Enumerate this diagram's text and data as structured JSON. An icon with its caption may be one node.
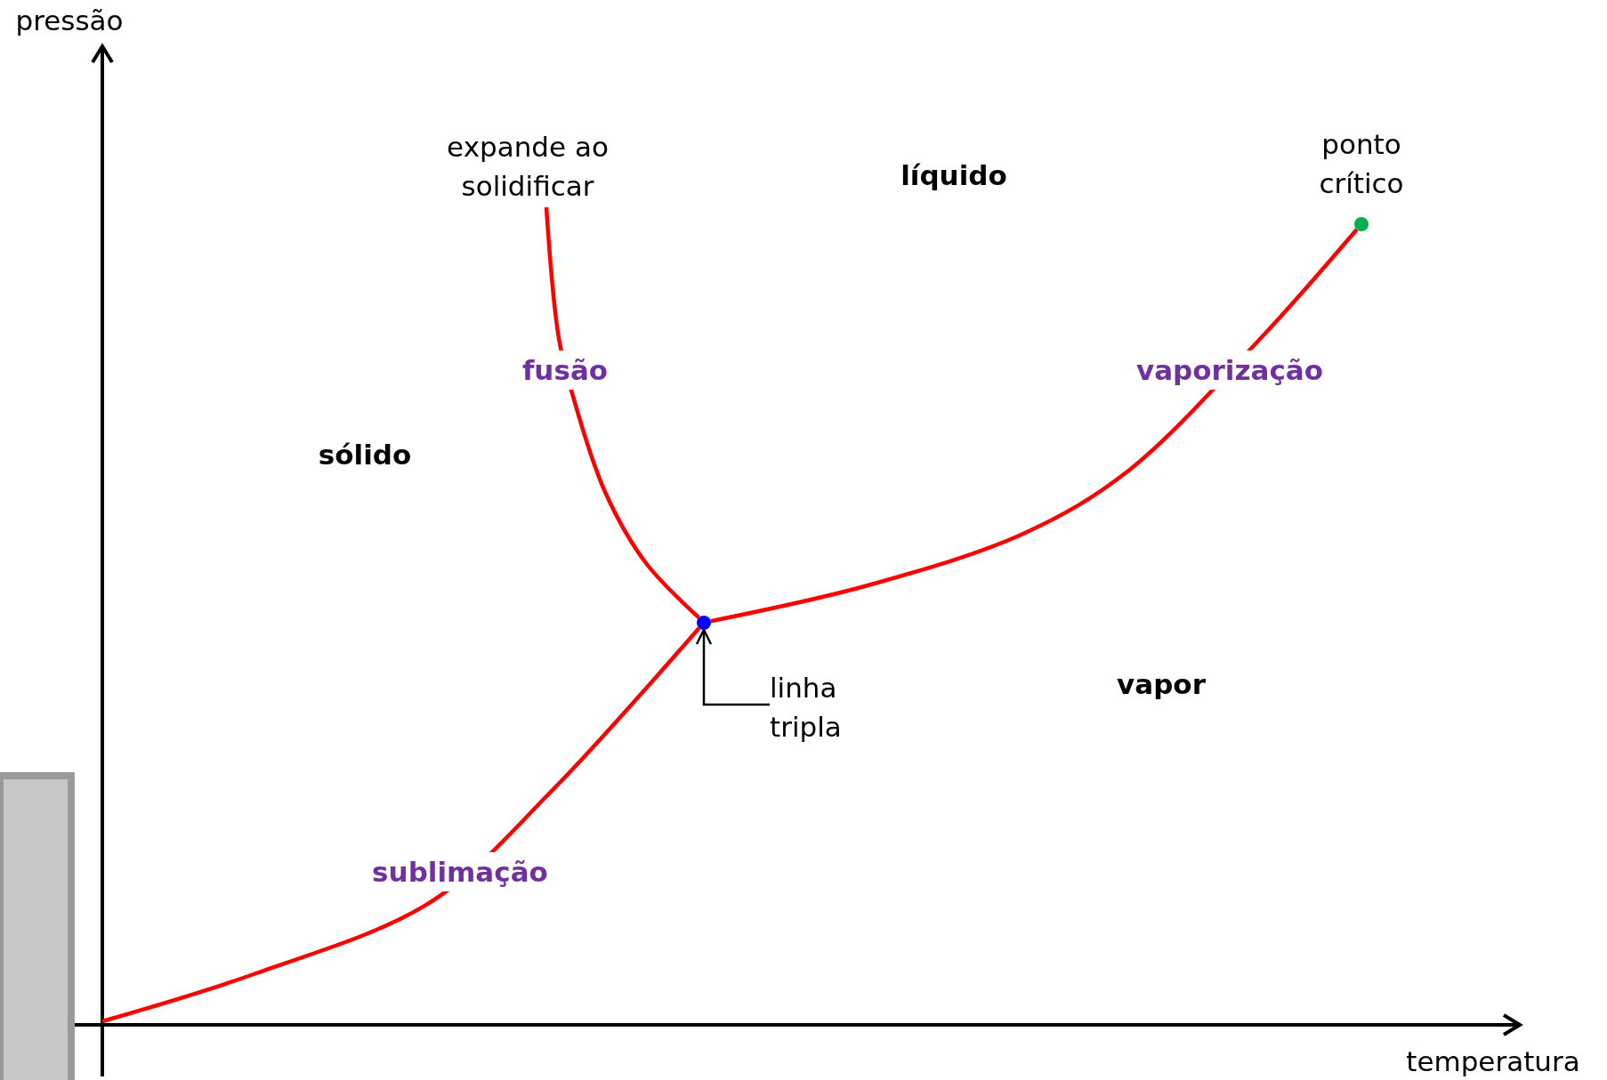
{
  "diagram": {
    "nodes": [
      {
        "text": [
          "expande ao solidificar"
        ]
      },
      {
        "text": [],
        "shape": "circle"
      },
      {
        "text": [],
        "shape": "circle",
        "beside": [
          "ponto crítico"
        ]
      },
      {
        "text": [
          "linha tripla"
        ]
      }
    ],
    "edges": [
      {
        "from": 1,
        "to": 0,
        "arrow": "none",
        "label": "fusão"
      },
      {
        "from": 1,
        "to": 2,
        "arrow": "none",
        "label": "vaporização"
      },
      {
        "from": null,
        "to": 1,
        "arrow": "none",
        "label": "sublimação"
      },
      {
        "from": 3,
        "to": 1,
        "arrow": "to",
        "color": "#000000"
      }
    ],
    "labels": [
      "pressão",
      "líquido",
      "sólido",
      "vapor",
      "temperatura"
    ]
  }
}
